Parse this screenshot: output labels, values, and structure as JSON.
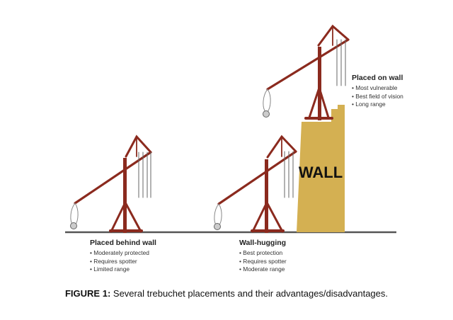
{
  "wall": {
    "label": "WALL"
  },
  "placements": [
    {
      "title": "Placed behind wall",
      "points": [
        "Moderately protected",
        "Requires spotter",
        "Limited range"
      ]
    },
    {
      "title": "Wall-hugging",
      "points": [
        "Best protection",
        "Requires spotter",
        "Moderate range"
      ]
    },
    {
      "title": "Placed on wall",
      "points": [
        "Most vulnerable",
        "Best field of vision",
        "Long range"
      ]
    }
  ],
  "caption": {
    "prefix": "FIGURE 1:",
    "text": "Several trebuchet placements and their advantages/disadvantages."
  },
  "colors": {
    "wood": "#8b2a1e",
    "wall": "#d4b052",
    "ground": "#555555",
    "rope": "#666666"
  }
}
